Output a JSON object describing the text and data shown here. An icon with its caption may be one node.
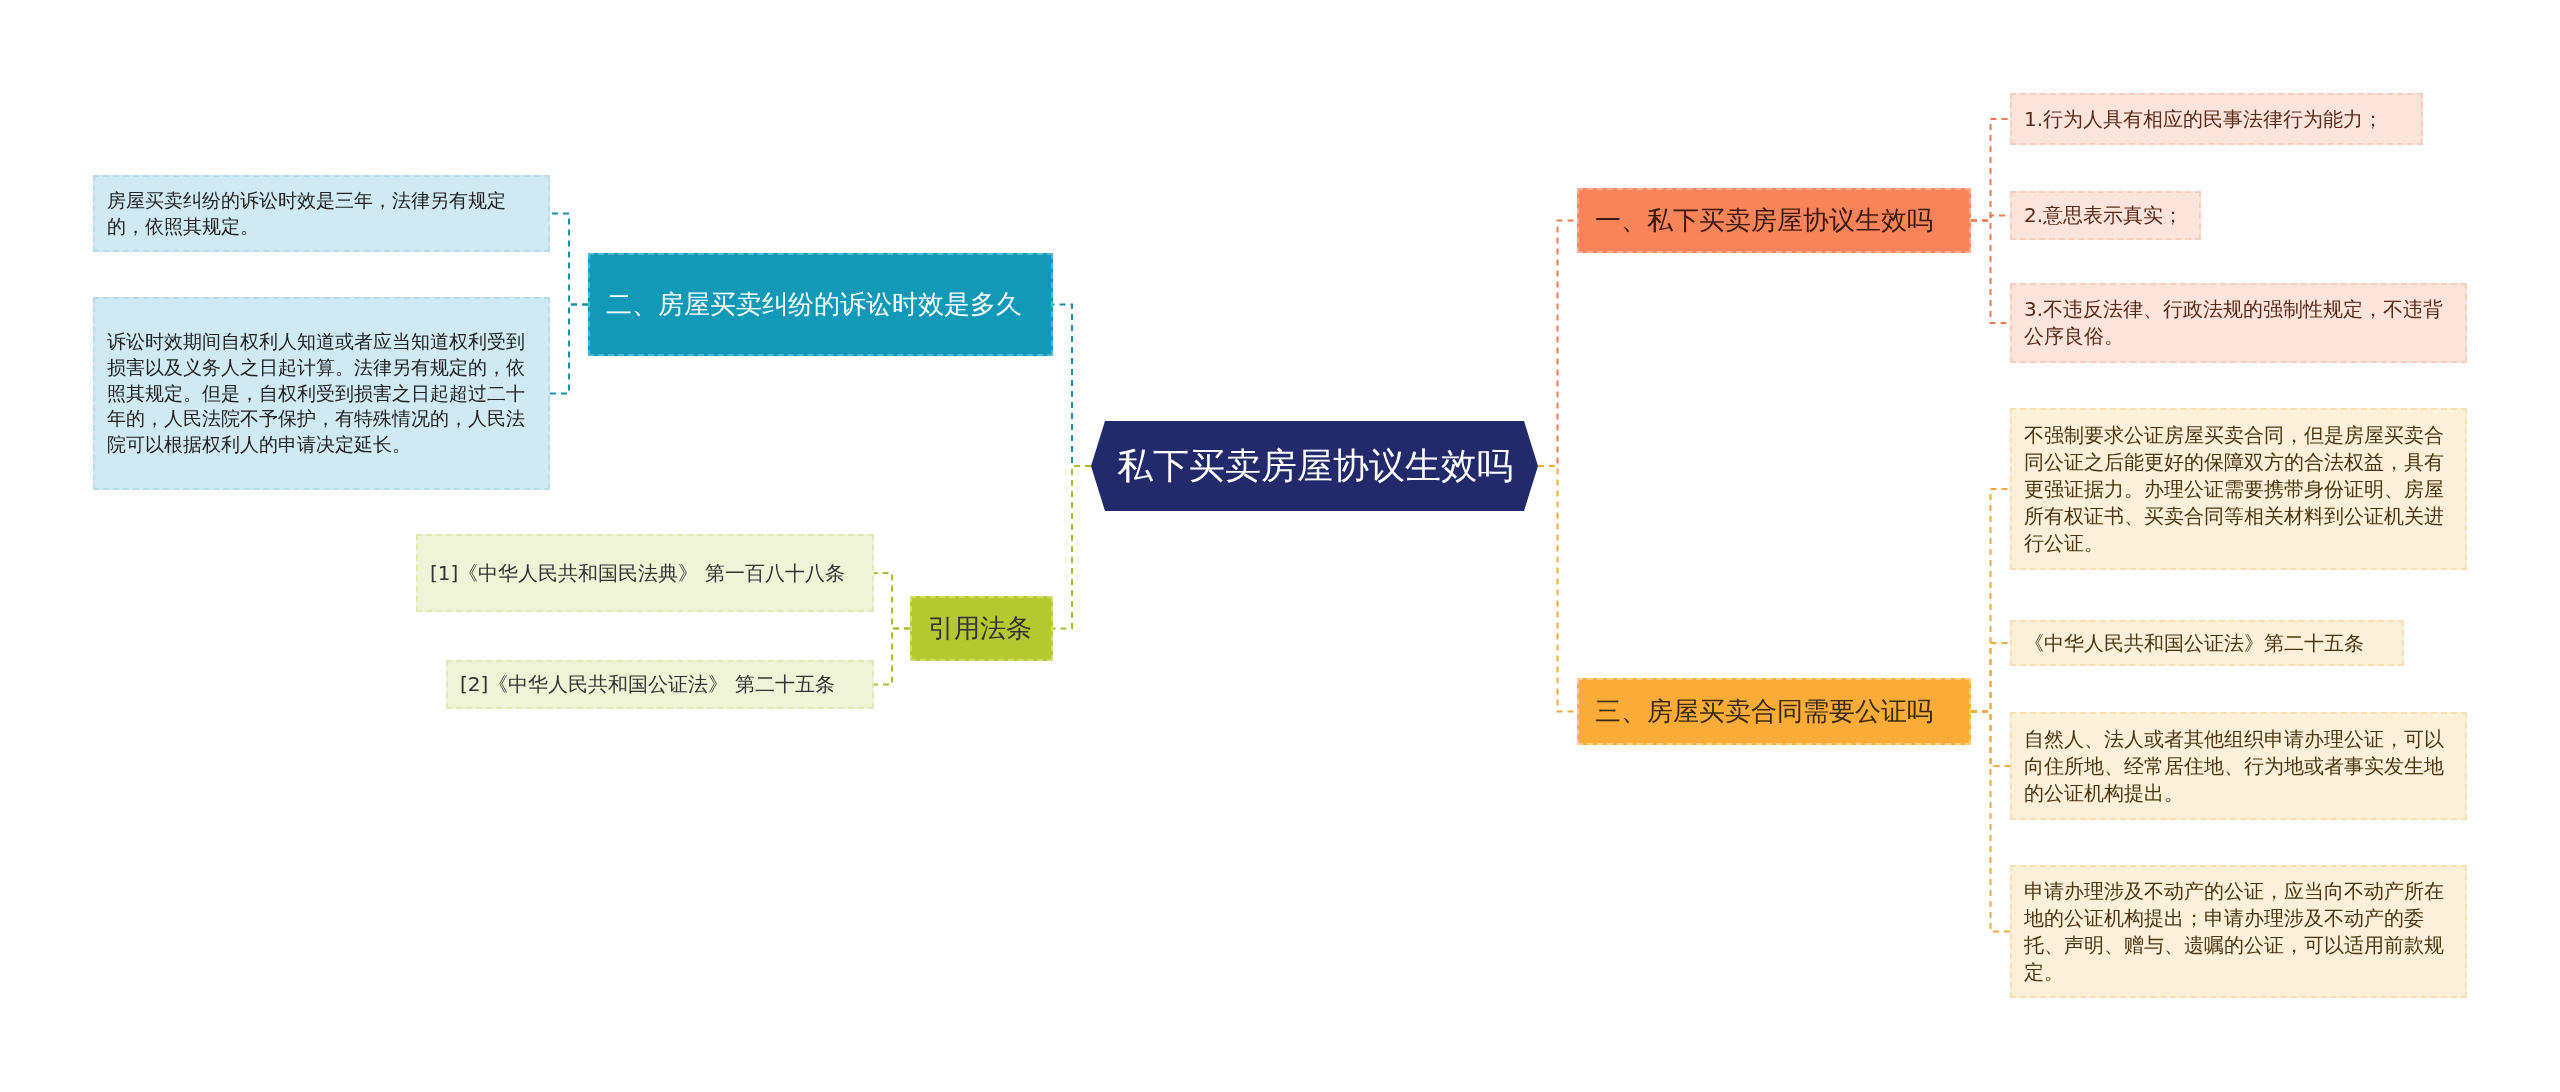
{
  "diagram": {
    "nodes": [
      {
        "text": [
          "私下买卖房屋协议生效吗"
        ]
      },
      {
        "text": [
          "二、房屋买卖纠纷的诉讼时效是多久"
        ]
      },
      {
        "text": [
          "房屋买卖纠纷的诉讼时效是三年，法律另有规定的，依照其规定。"
        ]
      },
      {
        "text": [
          "诉讼时效期间自权利人知道或者应当知道权利受到损害以及义务人之日起计算。法律另有规定的，依照其规定。但是，自权利受到损害之日起超过二十年的，人民法院不予保护，有特殊情况的，人民法院可以根据权利人的申请决定延长。"
        ]
      },
      {
        "text": [
          "引用法条"
        ]
      },
      {
        "text": [
          "[1]《中华人民共和国民法典》 第一百八十八条"
        ]
      },
      {
        "text": [
          "[2]《中华人民共和国公证法》 第二十五条"
        ]
      },
      {
        "text": [
          "一、私下买卖房屋协议生效吗"
        ]
      },
      {
        "text": [
          "1.行为人具有相应的民事法律行为能力；"
        ]
      },
      {
        "text": [
          "2.意思表示真实；"
        ]
      },
      {
        "text": [
          "3.不违反法律、行政法规的强制性规定，不违背公序良俗。"
        ]
      },
      {
        "text": [
          "三、房屋买卖合同需要公证吗"
        ]
      },
      {
        "text": [
          "不强制要求公证房屋买卖合同，但是房屋买卖合同公证之后能更好的保障双方的合法权益，具有更强证据力。办理公证需要携带身份证明、房屋所有权证书、买卖合同等相关材料到公证机关进行公证。"
        ]
      },
      {
        "text": [
          "《中华人民共和国公证法》第二十五条"
        ]
      },
      {
        "text": [
          "自然人、法人或者其他组织申请办理公证，可以向住所地、经常居住地、行为地或者事实发生地的公证机构提出。"
        ]
      },
      {
        "text": [
          "申请办理涉及不动产的公证，应当向不动产所在地的公证机构提出；申请办理涉及不动产的委托、声明、赠与、遗嘱的公证，可以适用前款规定。"
        ]
      }
    ],
    "edges": [
      {
        "from": 0,
        "to": 1,
        "arrow": "none",
        "style": "dashed",
        "color": "#1a8fb0"
      },
      {
        "from": 1,
        "to": 2,
        "arrow": "none",
        "style": "dashed",
        "color": "#1a8fb0"
      },
      {
        "from": 1,
        "to": 3,
        "arrow": "none",
        "style": "dashed",
        "color": "#1a8fb0"
      },
      {
        "from": 0,
        "to": 4,
        "arrow": "none",
        "style": "dashed",
        "color": "#a9c02a"
      },
      {
        "from": 4,
        "to": 5,
        "arrow": "none",
        "style": "dashed",
        "color": "#a9c02a"
      },
      {
        "from": 4,
        "to": 6,
        "arrow": "none",
        "style": "dashed",
        "color": "#a9c02a"
      },
      {
        "from": 0,
        "to": 7,
        "arrow": "none",
        "style": "dashed",
        "color": "#ee7a52"
      },
      {
        "from": 7,
        "to": 8,
        "arrow": "none",
        "style": "dashed",
        "color": "#ee7a52"
      },
      {
        "from": 7,
        "to": 9,
        "arrow": "none",
        "style": "dashed",
        "color": "#ee7a52"
      },
      {
        "from": 7,
        "to": 10,
        "arrow": "none",
        "style": "dashed",
        "color": "#ee7a52"
      },
      {
        "from": 0,
        "to": 11,
        "arrow": "none",
        "style": "dashed",
        "color": "#f3a83a"
      },
      {
        "from": 11,
        "to": 12,
        "arrow": "none",
        "style": "dashed",
        "color": "#f3a83a"
      },
      {
        "from": 11,
        "to": 13,
        "arrow": "none",
        "style": "dashed",
        "color": "#f3a83a"
      },
      {
        "from": 11,
        "to": 14,
        "arrow": "none",
        "style": "dashed",
        "color": "#f3a83a"
      },
      {
        "from": 11,
        "to": 15,
        "arrow": "none",
        "style": "dashed",
        "color": "#f3a83a"
      }
    ]
  }
}
